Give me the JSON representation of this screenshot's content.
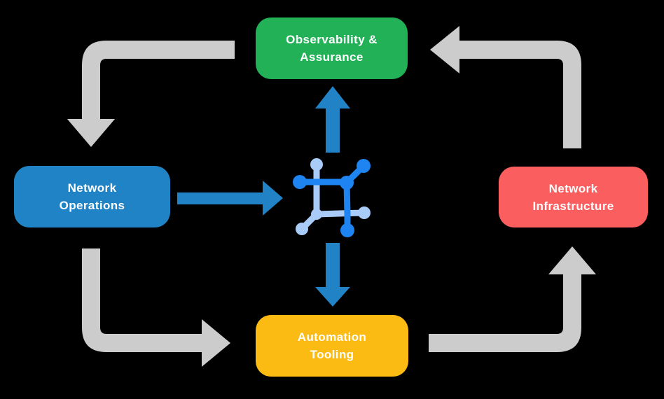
{
  "diagram": {
    "background": "#000000",
    "text_color": "#FFFFFF",
    "nodes": [
      {
        "id": "observability-assurance",
        "label": "Observability &\nAssurance",
        "color": "#22B157"
      },
      {
        "id": "network-operations",
        "label": "Network\nOperations",
        "color": "#1F83C5"
      },
      {
        "id": "network-infrastructure",
        "label": "Network\nInfrastructure",
        "color": "#FB5E5F"
      },
      {
        "id": "automation-tooling",
        "label": "Automation\nTooling",
        "color": "#FCBB13"
      }
    ],
    "center_icon": {
      "name": "network-hub-icon",
      "primary_color": "#1E84F2",
      "secondary_color": "#A9CBF7"
    },
    "arrows": {
      "cycle_color": "#CCCCCC",
      "spoke_color": "#2183C5"
    }
  }
}
